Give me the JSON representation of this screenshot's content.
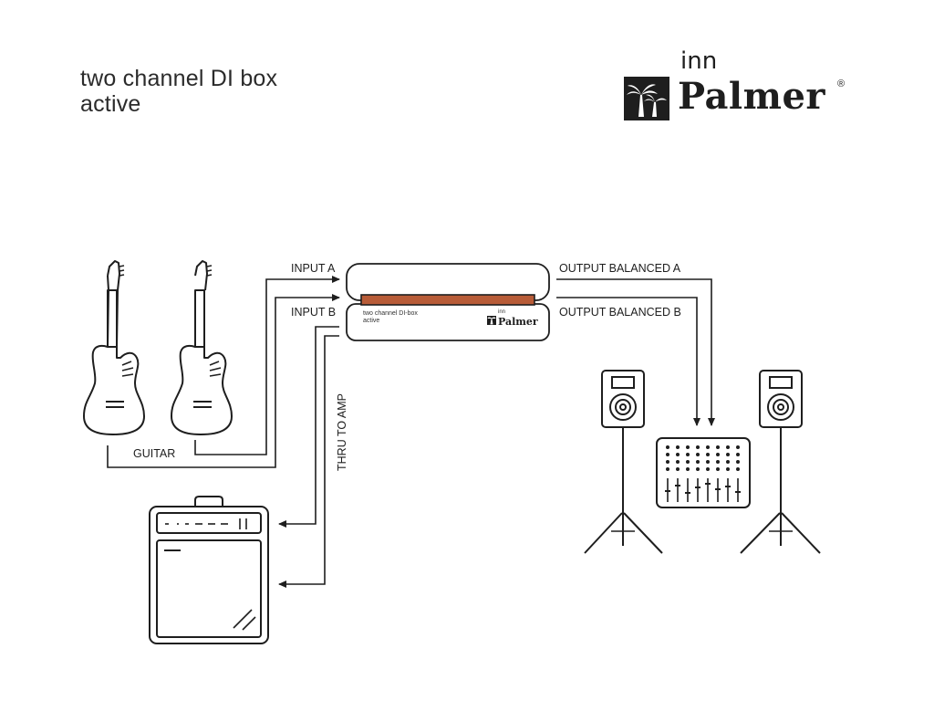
{
  "title": {
    "line1": "two channel DI box",
    "line2": "active"
  },
  "logo": {
    "small": "inn",
    "brand": "Palmer",
    "reg": "®"
  },
  "labels": {
    "input_a": "INPUT A",
    "input_b": "INPUT B",
    "output_a": "OUTPUT BALANCED A",
    "output_b": "OUTPUT BALANCED B",
    "guitar": "GUITAR",
    "thru": "THRU TO AMP"
  },
  "device": {
    "line1": "two channel DI-box",
    "line2": "active",
    "inn": "inn",
    "brand": "Palmer"
  },
  "colors": {
    "line": "#1e1e1e",
    "accent": "#b85c38"
  }
}
